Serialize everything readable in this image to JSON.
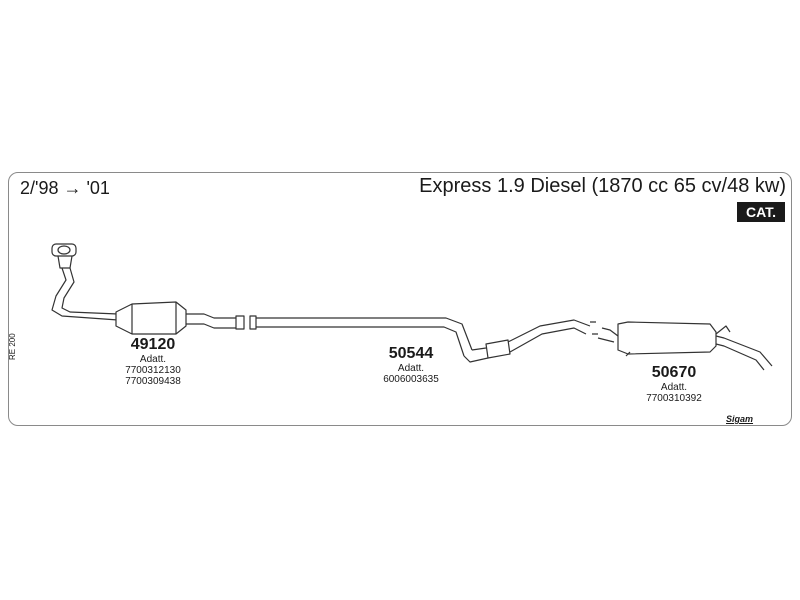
{
  "header": {
    "date_range": "2/'98 → '01",
    "title": "Express 1.9 Diesel (1870 cc 65 cv/48 kw)",
    "badge": "CAT."
  },
  "parts": [
    {
      "number": "49120",
      "adapt_label": "Adatt.",
      "refs": [
        "7700312130",
        "7700309438"
      ]
    },
    {
      "number": "50544",
      "adapt_label": "Adatt.",
      "refs": [
        "6006003635"
      ]
    },
    {
      "number": "50670",
      "adapt_label": "Adatt.",
      "refs": [
        "7700310392"
      ]
    }
  ],
  "footer": {
    "ref_code": "RE 200",
    "brand": "Sigam"
  }
}
